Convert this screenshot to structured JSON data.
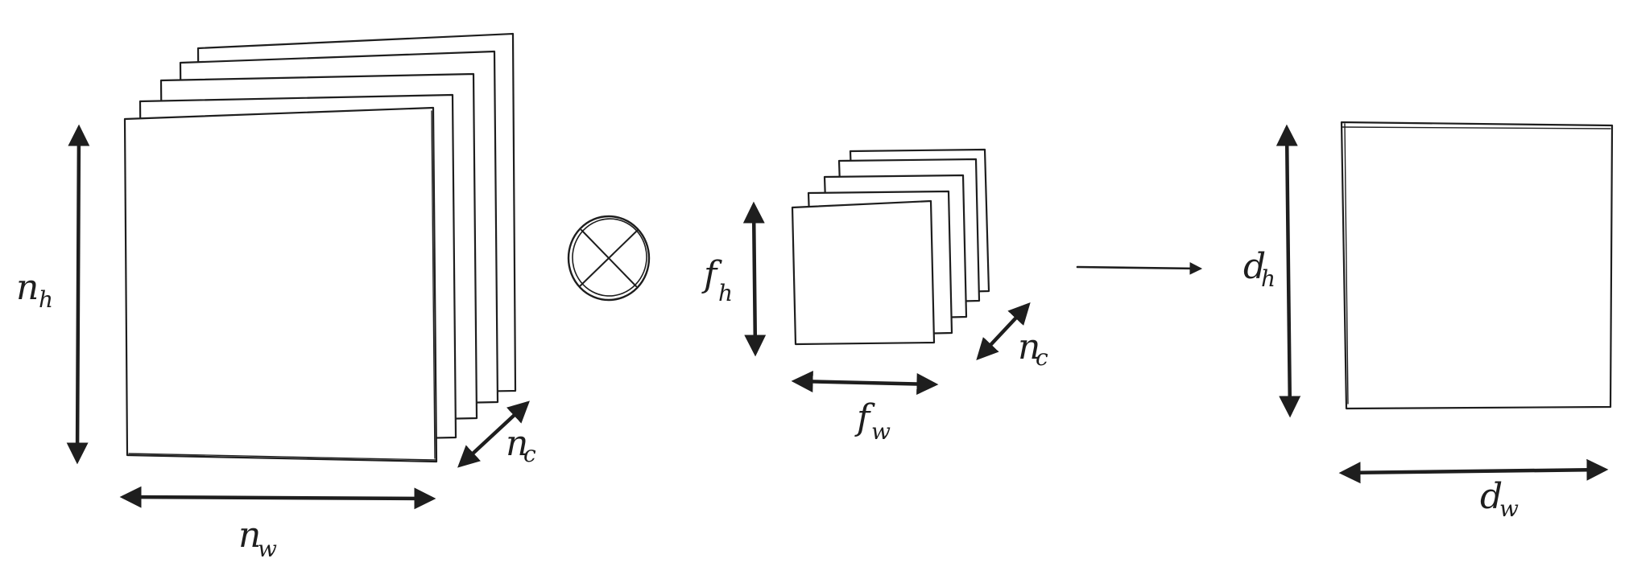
{
  "input_tensor": {
    "height": {
      "main": "n",
      "sub": "h"
    },
    "width": {
      "main": "n",
      "sub": "w"
    },
    "channels": {
      "main": "n",
      "sub": "c"
    }
  },
  "operator": {
    "symbol": "convolution-operator",
    "icon": "circled-times-icon"
  },
  "filter": {
    "height": {
      "main": "f",
      "sub": "h"
    },
    "width": {
      "main": "f",
      "sub": "w"
    },
    "channels": {
      "main": "n",
      "sub": "c"
    }
  },
  "output": {
    "height": {
      "main": "d",
      "sub": "h"
    },
    "width": {
      "main": "d",
      "sub": "w"
    }
  }
}
